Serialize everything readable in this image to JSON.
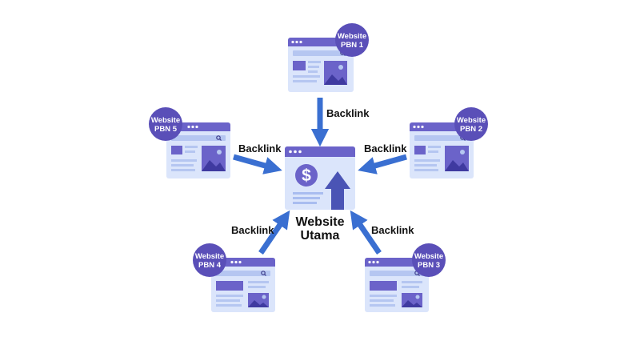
{
  "main_site": {
    "title_line1": "Website",
    "title_line2": "Utama",
    "icon": "dollar-coin-icon",
    "arrow_icon": "up-arrow-icon"
  },
  "pbn_sites": [
    {
      "id": "pbn1",
      "badge_line1": "Website",
      "badge_line2": "PBN 1",
      "link_label": "Backlink"
    },
    {
      "id": "pbn2",
      "badge_line1": "Website",
      "badge_line2": "PBN 2",
      "link_label": "Backlink"
    },
    {
      "id": "pbn3",
      "badge_line1": "Website",
      "badge_line2": "PBN 3",
      "link_label": "Backlink"
    },
    {
      "id": "pbn4",
      "badge_line1": "Website",
      "badge_line2": "PBN 4",
      "link_label": "Backlink"
    },
    {
      "id": "pbn5",
      "badge_line1": "Website",
      "badge_line2": "PBN 5",
      "link_label": "Backlink"
    }
  ],
  "icons": [
    "search-icon",
    "image-icon",
    "browser-dots-icon"
  ],
  "colors": {
    "browser_bar": "#6b63c9",
    "browser_body": "#dbe5fb",
    "content_dark": "#6b63c9",
    "content_light": "#b5c6f1",
    "badge": "#5a4fb8",
    "arrow": "#3a6fd1",
    "text": "#111111"
  }
}
